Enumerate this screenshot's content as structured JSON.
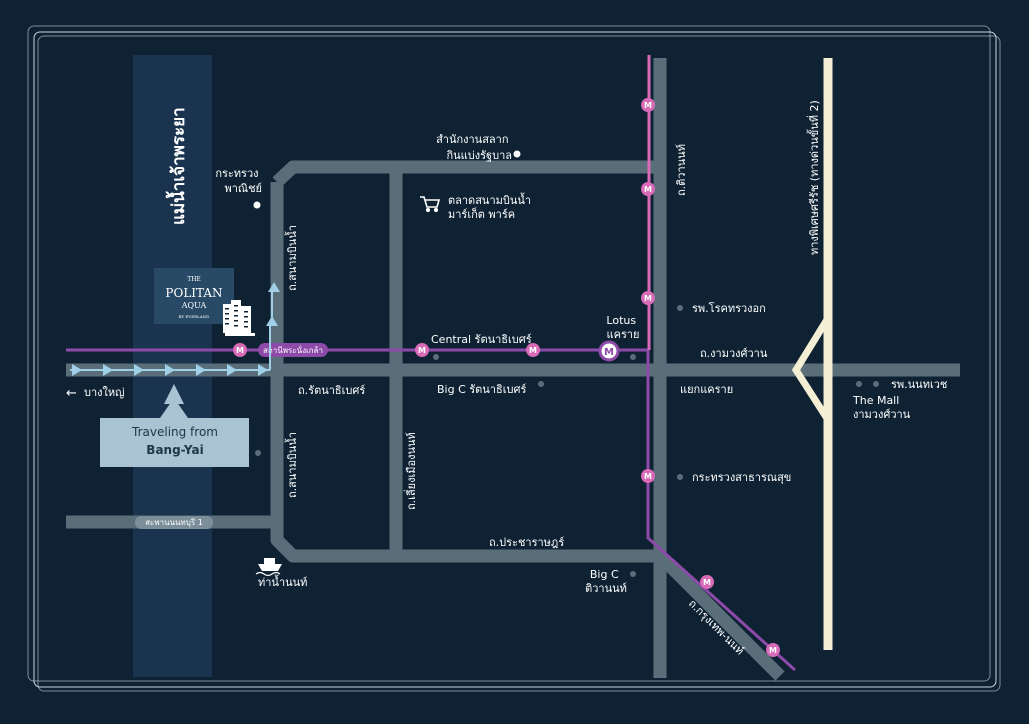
{
  "colors": {
    "background": "#0e2233",
    "river": "#1a3450",
    "road": "#5a6e7a",
    "pink_line": "#d86ab8",
    "purple_line": "#8e4aa8",
    "expressway": "#f4efd4",
    "callout": "#a9c3d2",
    "arrow": "#9fd0e8",
    "logo_box": "#284a66"
  },
  "river": {
    "name": "แม่น้ำเจ้าพระยา"
  },
  "logo": {
    "small": "THE",
    "name": "POLITAN",
    "sub": "AQUA",
    "brand": "BY EVERLAND"
  },
  "callout": {
    "line1": "Traveling from",
    "line2": "Bang-Yai"
  },
  "direction": {
    "arrow": "←",
    "label": "บางใหญ่"
  },
  "station_pill": "สถานีพระนั่งเกล้า",
  "bridge_pill": "สะพานนนทบุรี 1",
  "metro_marker": "M",
  "roads": {
    "sanambinnam_top": "ถ.สนามบินน้ำ",
    "sanambinnam_bottom": "ถ.สนามบินน้ำ",
    "rattanathibet": "ถ.รัตนาธิเบศร์",
    "liangmuang": "ถ.เลี่ยงเมืองนนท์",
    "tiwanon": "ถ.ติวานนท์",
    "ngamwongwan": "ถ.งามวงศ์วาน",
    "pracharat": "ถ.ประชาราษฎร์",
    "krungthep_non": "ถ.กรุงเทพ-นนท์",
    "expressway": "ทางพิเศษศรีรัช (ทางด่วนขั้นที่ 2)",
    "khae_rai": "แยกแคราย"
  },
  "places": {
    "lottery": [
      "สำนักงานสลาก",
      "กินแบ่งรัฐบาล"
    ],
    "commerce": [
      "กระทรวง",
      "พาณิชย์"
    ],
    "market": [
      "ตลาดสนามบินน้ำ",
      "มาร์เก็ต พาร์ค"
    ],
    "central": "Central รัตนาธิเบศร์",
    "lotus": [
      "Lotus",
      "แคราย"
    ],
    "chest_hospital": "รพ.โรคทรวงอก",
    "bigc_rattana": "Big C รัตนาธิเบศร์",
    "nonthavej": "รพ.นนทเวช",
    "the_mall": [
      "The Mall",
      "งามวงศ์วาน"
    ],
    "public_health": "กระทรวงสาธารณสุข",
    "bigc_tiwanon": [
      "Big C",
      "ติวานนท์"
    ],
    "pier": "ท่าน้ำนนท์"
  }
}
